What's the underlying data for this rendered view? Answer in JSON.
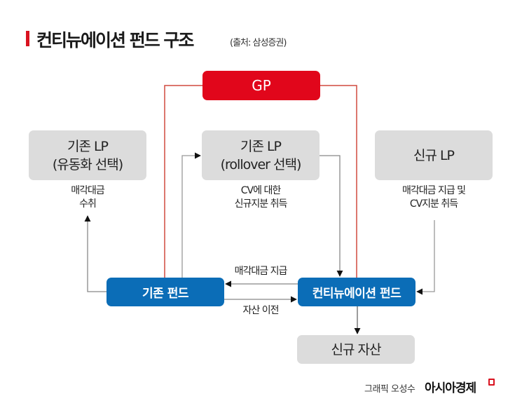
{
  "header": {
    "title": "컨티뉴에이션 펀드 구조",
    "source": "(출처: 삼성증권)",
    "accent_color": "#d9121f"
  },
  "nodes": {
    "gp": {
      "label": "GP",
      "color": "#e1061b"
    },
    "existing_lp_liquidity": {
      "line1": "기존 LP",
      "line2": "(유동화 선택)"
    },
    "existing_lp_rollover": {
      "line1": "기존 LP",
      "line2": "(rollover 선택)"
    },
    "new_lp": {
      "label": "신규 LP"
    },
    "existing_fund": {
      "label": "기존 펀드",
      "color": "#0b6db7"
    },
    "continuation_fund": {
      "label": "컨티뉴에이션 펀드",
      "color": "#0b6db7"
    },
    "new_assets": {
      "label": "신규 자산"
    }
  },
  "edge_labels": {
    "sale_proceeds_receipt": {
      "line1": "매각대금",
      "line2": "수취"
    },
    "cv_new_stake": {
      "line1": "CV에 대한",
      "line2": "신규지분 취득"
    },
    "new_lp_payment": {
      "line1": "매각대금 지급 및",
      "line2": "CV지분 취득"
    },
    "sale_payment": "매각대금 지급",
    "asset_transfer": "자산 이전"
  },
  "footer": {
    "credit": "그래픽 오성수",
    "brand": "아시아경제"
  }
}
